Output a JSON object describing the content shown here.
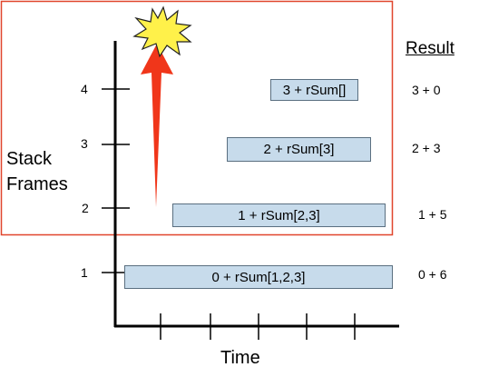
{
  "y_ticks": [
    "1",
    "2",
    "3",
    "4"
  ],
  "y_title_lines": [
    "Stack",
    "Frames"
  ],
  "x_title": "Time",
  "result_heading": "Result",
  "frames": [
    {
      "level": 1,
      "label": "0 + rSum[1,2,3]",
      "result": "0 + 6"
    },
    {
      "level": 2,
      "label": "1 + rSum[2,3]",
      "result": "1 + 5"
    },
    {
      "level": 3,
      "label": "2 + rSum[3]",
      "result": "2 + 3"
    },
    {
      "level": 4,
      "label": "3 + rSum[]",
      "result": "3 + 0"
    }
  ],
  "colors": {
    "frame_fill": "#c7dbeb",
    "highlight_border": "#e0452c",
    "arrow": "#f0361a",
    "burst_fill": "#fff14a"
  },
  "icons": [
    "explosion-burst-icon",
    "up-arrow-icon"
  ]
}
